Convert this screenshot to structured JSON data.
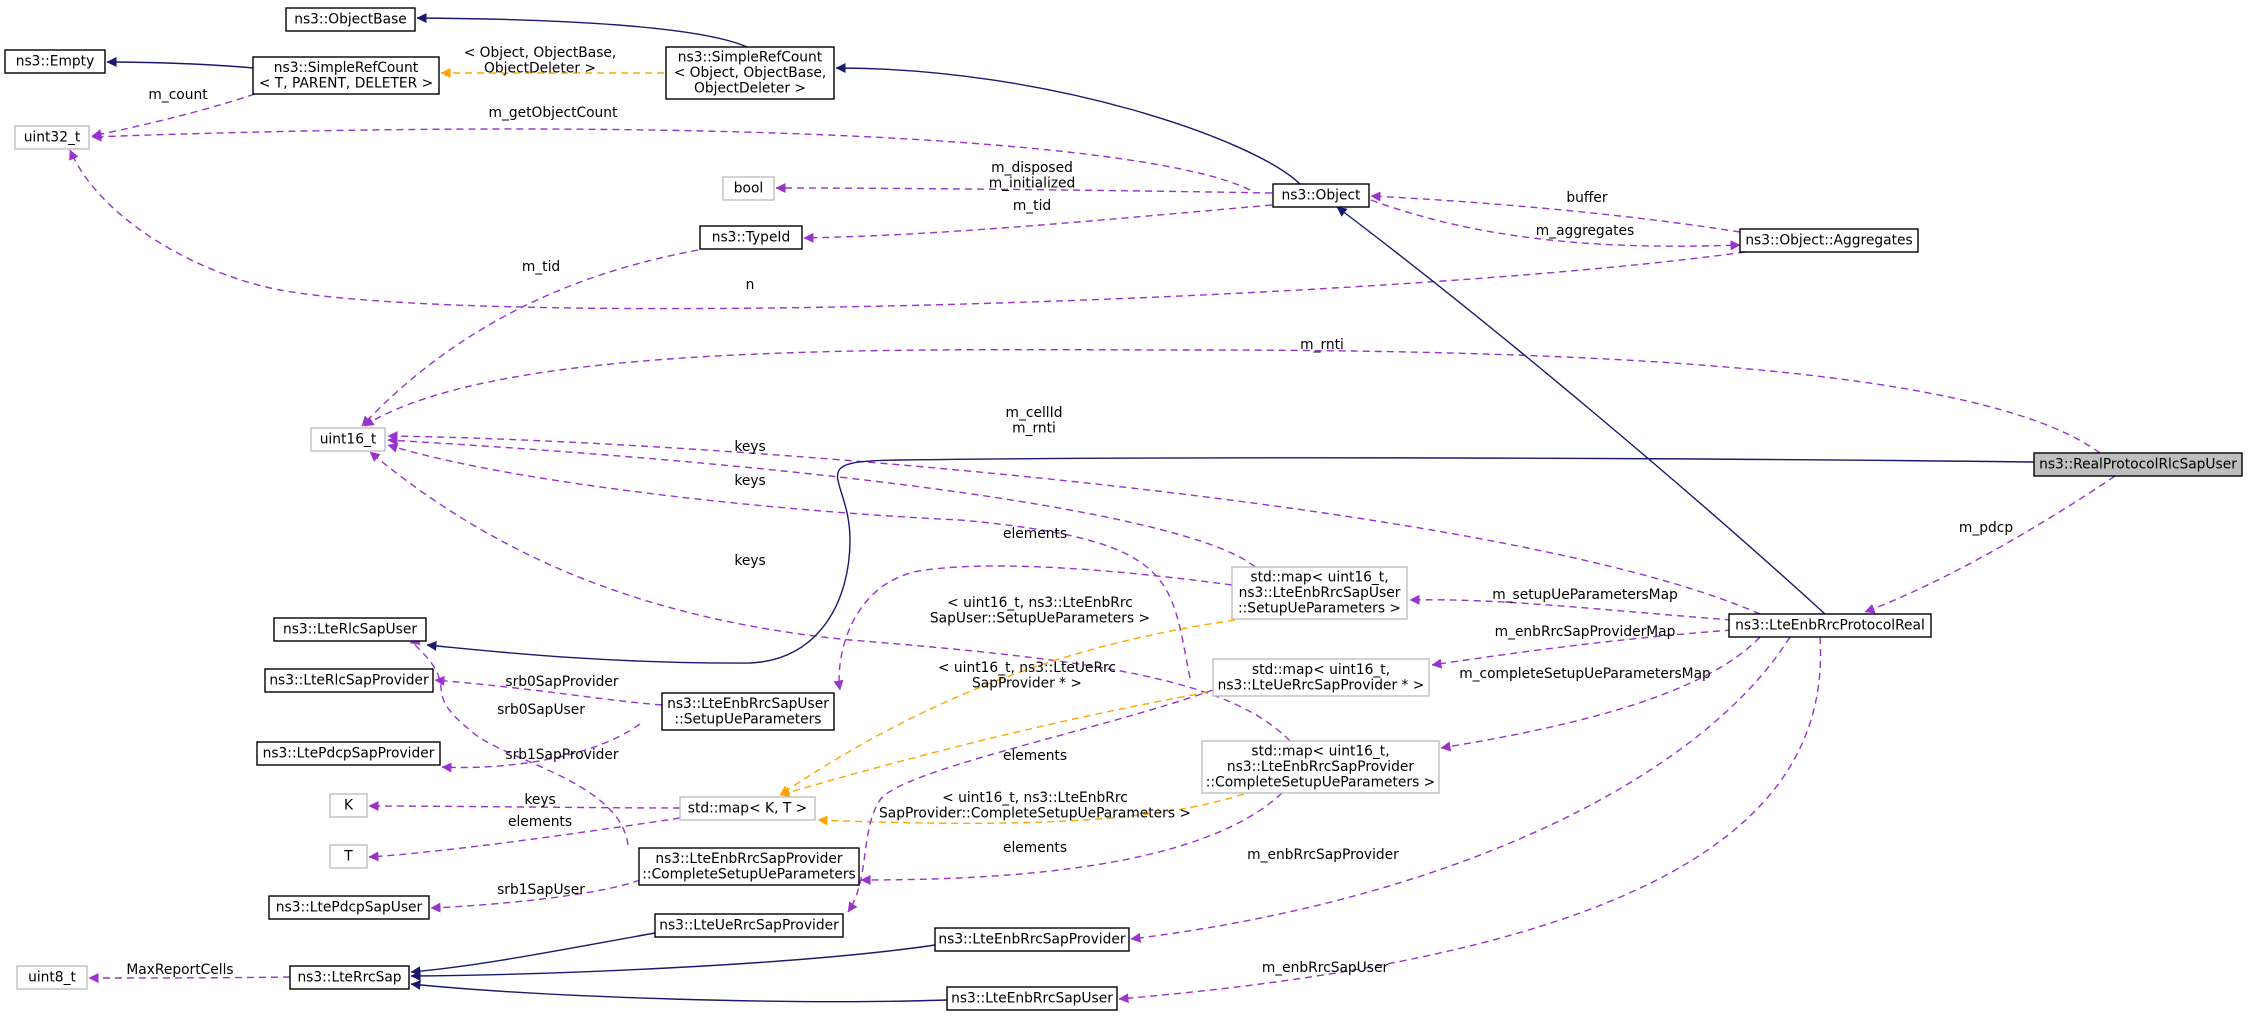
{
  "diagram": {
    "title": "",
    "colors": {
      "inheritance": "#191970",
      "usage": "#9a32cd",
      "template": "#ffa500",
      "focus_fill": "#bfbfbf",
      "external_border": "#bfbfbf"
    },
    "nodes": {
      "object_base": [
        "ns3::ObjectBase"
      ],
      "empty": [
        "ns3::Empty"
      ],
      "simple_ref_count_generic": [
        "ns3::SimpleRefCount",
        "< T, PARENT, DELETER >"
      ],
      "simple_ref_count_object": [
        "ns3::SimpleRefCount",
        "< Object, ObjectBase,",
        "ObjectDeleter >"
      ],
      "uint32_t": [
        "uint32_t"
      ],
      "bool": [
        "bool"
      ],
      "object": [
        "ns3::Object"
      ],
      "type_id": [
        "ns3::TypeId"
      ],
      "object_aggregates": [
        "ns3::Object::Aggregates"
      ],
      "uint16_t": [
        "uint16_t"
      ],
      "real_protocol_rlc_sap_user": [
        "ns3::RealProtocolRlcSapUser"
      ],
      "map_setup_ue_parameters": [
        "std::map< uint16_t,",
        "ns3::LteEnbRrcSapUser",
        "::SetupUeParameters >"
      ],
      "lte_rlc_sap_user": [
        "ns3::LteRlcSapUser"
      ],
      "lte_enb_rrc_protocol_real": [
        "ns3::LteEnbRrcProtocolReal"
      ],
      "map_ue_rrc_sap_provider": [
        "std::map< uint16_t,",
        "ns3::LteUeRrcSapProvider * >"
      ],
      "lte_rlc_sap_provider": [
        "ns3::LteRlcSapProvider"
      ],
      "setup_ue_parameters": [
        "ns3::LteEnbRrcSapUser",
        "::SetupUeParameters"
      ],
      "lte_pdcp_sap_provider": [
        "ns3::LtePdcpSapProvider"
      ],
      "map_complete_setup_ue_parameters": [
        "std::map< uint16_t,",
        "ns3::LteEnbRrcSapProvider",
        "::CompleteSetupUeParameters >"
      ],
      "k": [
        "K"
      ],
      "std_map_k_t": [
        "std::map< K, T >"
      ],
      "t": [
        "T"
      ],
      "complete_setup_ue_parameters": [
        "ns3::LteEnbRrcSapProvider",
        "::CompleteSetupUeParameters"
      ],
      "lte_pdcp_sap_user": [
        "ns3::LtePdcpSapUser"
      ],
      "lte_ue_rrc_sap_provider": [
        "ns3::LteUeRrcSapProvider"
      ],
      "lte_enb_rrc_sap_provider": [
        "ns3::LteEnbRrcSapProvider"
      ],
      "uint8_t": [
        "uint8_t"
      ],
      "lte_rrc_sap": [
        "ns3::LteRrcSap"
      ],
      "lte_enb_rrc_sap_user": [
        "ns3::LteEnbRrcSapUser"
      ]
    },
    "edge_labels": {
      "simple_ref_count_template": [
        "< Object, ObjectBase,",
        "ObjectDeleter >"
      ],
      "m_count": [
        "m_count"
      ],
      "m_get_object_count": [
        "m_getObjectCount"
      ],
      "m_disposed_initialized": [
        "m_disposed",
        "m_initialized"
      ],
      "m_tid_object": [
        "m_tid"
      ],
      "buffer": [
        "buffer"
      ],
      "m_aggregates": [
        "m_aggregates"
      ],
      "m_tid_uint16": [
        "m_tid"
      ],
      "n": [
        "n"
      ],
      "m_rnti": [
        "m_rnti"
      ],
      "m_cellid_m_rnti": [
        "m_cellId",
        "m_rnti"
      ],
      "keys_1": [
        "keys"
      ],
      "keys_2": [
        "keys"
      ],
      "keys_3": [
        "keys"
      ],
      "elements_1": [
        "elements"
      ],
      "m_pdcp": [
        "m_pdcp"
      ],
      "setup_ue_template": [
        "< uint16_t, ns3::LteEnbRrc",
        "SapUser::SetupUeParameters >"
      ],
      "m_setup_ue_parameters_map": [
        "m_setupUeParametersMap"
      ],
      "m_enb_rrc_sap_provider_map": [
        "m_enbRrcSapProviderMap"
      ],
      "ue_rrc_template": [
        "< uint16_t, ns3::LteUeRrc",
        "SapProvider * >"
      ],
      "srb0_sap_provider": [
        "srb0SapProvider"
      ],
      "m_complete_setup_ue_parameters_map": [
        "m_completeSetupUeParametersMap"
      ],
      "srb0_sap_user": [
        "srb0SapUser"
      ],
      "srb1_sap_provider": [
        "srb1SapProvider"
      ],
      "elements_2": [
        "elements"
      ],
      "keys_k": [
        "keys"
      ],
      "complete_setup_template": [
        "< uint16_t, ns3::LteEnbRrc",
        "SapProvider::CompleteSetupUeParameters >"
      ],
      "elements_t": [
        "elements"
      ],
      "elements_3": [
        "elements"
      ],
      "srb1_sap_user": [
        "srb1SapUser"
      ],
      "m_enb_rrc_sap_provider": [
        "m_enbRrcSapProvider"
      ],
      "max_report_cells": [
        "MaxReportCells"
      ],
      "m_enb_rrc_sap_user": [
        "m_enbRrcSapUser"
      ]
    }
  }
}
